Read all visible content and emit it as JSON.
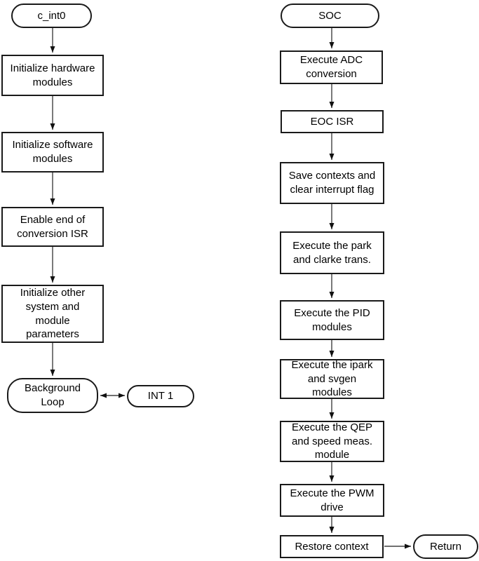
{
  "colors": {
    "background": "#ffffff",
    "node_fill": "#ffffff",
    "node_border": "#1a1a1a",
    "text": "#000000",
    "connector_line": "#404040",
    "arrowhead": "#111111"
  },
  "nodes": {
    "c_int0": {
      "label": "c_int0",
      "shape": "stadium"
    },
    "init_hardware": {
      "label": "Initialize hardware modules",
      "shape": "rect"
    },
    "init_software": {
      "label": "Initialize software modules",
      "shape": "rect"
    },
    "enable_eoc_isr": {
      "label": "Enable end of conversion ISR",
      "shape": "rect"
    },
    "init_other": {
      "label": "Initialize other system and module parameters",
      "shape": "rect"
    },
    "background_loop": {
      "label": "Background Loop",
      "shape": "stadium"
    },
    "int1": {
      "label": "INT 1",
      "shape": "stadium"
    },
    "soc": {
      "label": "SOC",
      "shape": "stadium"
    },
    "exec_adc": {
      "label": "Execute ADC conversion",
      "shape": "rect"
    },
    "eoc_isr": {
      "label": "EOC ISR",
      "shape": "rect"
    },
    "save_contexts": {
      "label": "Save contexts and clear interrupt flag",
      "shape": "rect"
    },
    "park_clarke": {
      "label": "Execute the park and clarke trans.",
      "shape": "rect"
    },
    "pid_modules": {
      "label": "Execute the PID modules",
      "shape": "rect"
    },
    "ipark_svgen": {
      "label": "Execute the ipark and svgen modules",
      "shape": "rect"
    },
    "qep_speed": {
      "label": "Execute the QEP and speed meas. module",
      "shape": "rect"
    },
    "pwm_drive": {
      "label": "Execute the PWM drive",
      "shape": "rect"
    },
    "restore_context": {
      "label": "Restore context",
      "shape": "rect"
    },
    "return": {
      "label": "Return",
      "shape": "stadium"
    }
  },
  "edges": [
    {
      "from": "c_int0",
      "to": "init_hardware",
      "type": "arrow"
    },
    {
      "from": "init_hardware",
      "to": "init_software",
      "type": "arrow"
    },
    {
      "from": "init_software",
      "to": "enable_eoc_isr",
      "type": "arrow"
    },
    {
      "from": "enable_eoc_isr",
      "to": "init_other",
      "type": "arrow"
    },
    {
      "from": "init_other",
      "to": "background_loop",
      "type": "arrow"
    },
    {
      "from": "background_loop",
      "to": "int1",
      "type": "double-arrow"
    },
    {
      "from": "soc",
      "to": "exec_adc",
      "type": "arrow"
    },
    {
      "from": "exec_adc",
      "to": "eoc_isr",
      "type": "arrow"
    },
    {
      "from": "eoc_isr",
      "to": "save_contexts",
      "type": "arrow"
    },
    {
      "from": "save_contexts",
      "to": "park_clarke",
      "type": "arrow"
    },
    {
      "from": "park_clarke",
      "to": "pid_modules",
      "type": "arrow"
    },
    {
      "from": "pid_modules",
      "to": "ipark_svgen",
      "type": "arrow"
    },
    {
      "from": "ipark_svgen",
      "to": "qep_speed",
      "type": "arrow"
    },
    {
      "from": "qep_speed",
      "to": "pwm_drive",
      "type": "arrow"
    },
    {
      "from": "pwm_drive",
      "to": "restore_context",
      "type": "arrow"
    },
    {
      "from": "restore_context",
      "to": "return",
      "type": "arrow"
    }
  ]
}
